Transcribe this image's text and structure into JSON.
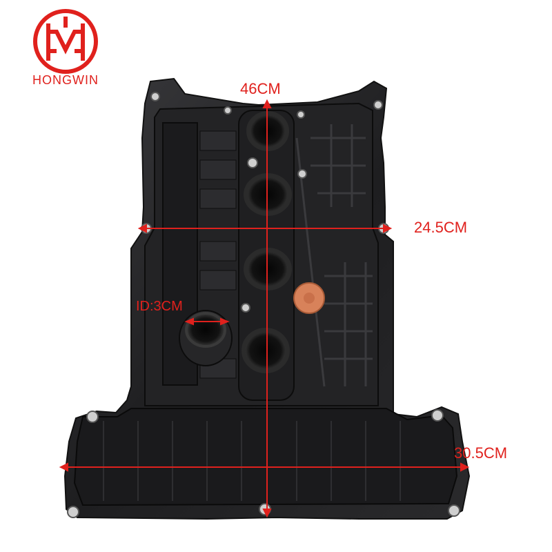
{
  "brand": {
    "name": "HONGWIN",
    "color": "#e0211d"
  },
  "product_photo": {
    "subject": "engine valve cover",
    "body_color": "#1c1c1e",
    "accent_plug_color": "#d8825a"
  },
  "dimensions": {
    "length": "46CM",
    "middle_width": "24.5CM",
    "bottom_width": "30.5CM",
    "inner_diameter": "ID:3CM"
  }
}
